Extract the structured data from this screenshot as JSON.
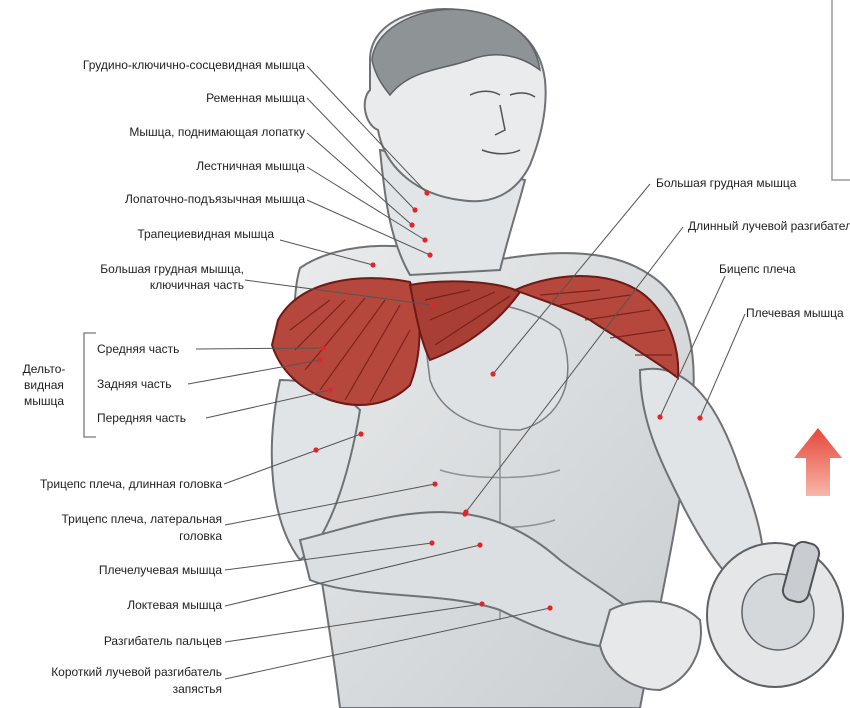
{
  "labels_left": [
    {
      "id": "scm",
      "text": "Грудино-ключично-сосцевидная мышца"
    },
    {
      "id": "splenius",
      "text": "Ременная мышца"
    },
    {
      "id": "levator",
      "text": "Мышца, поднимающая лопатку"
    },
    {
      "id": "scalene",
      "text": "Лестничная мышца"
    },
    {
      "id": "omohyoid",
      "text": "Лопаточно-подъязычная мышца"
    },
    {
      "id": "trapezius",
      "text": "Трапециевидная мышца"
    },
    {
      "id": "pec_clav_1",
      "text": "Большая грудная мышца,"
    },
    {
      "id": "pec_clav_2",
      "text": "ключичная часть"
    },
    {
      "id": "delt_mid",
      "text": "Средняя часть"
    },
    {
      "id": "delt_post",
      "text": "Задняя часть"
    },
    {
      "id": "delt_ant",
      "text": "Передняя часть"
    },
    {
      "id": "triceps_long",
      "text": "Трицепс плеча, длинная головка"
    },
    {
      "id": "triceps_lat_1",
      "text": "Трицепс плеча, латеральная"
    },
    {
      "id": "triceps_lat_2",
      "text": "головка"
    },
    {
      "id": "brachiorad",
      "text": "Плечелучевая мышца"
    },
    {
      "id": "anconeus",
      "text": "Локтевая мышца"
    },
    {
      "id": "ext_dig",
      "text": "Разгибатель пальцев"
    },
    {
      "id": "ecrb_1",
      "text": "Короткий лучевой разгибатель"
    },
    {
      "id": "ecrb_2",
      "text": "запястья"
    }
  ],
  "deltoid_group": [
    "Дельто-",
    "видная",
    "мышца"
  ],
  "labels_right": [
    {
      "id": "pec_major",
      "text": "Большая грудная мышца"
    },
    {
      "id": "ecrl",
      "text": "Длинный лучевой разгибатель"
    },
    {
      "id": "biceps",
      "text": "Бицепс плеча"
    },
    {
      "id": "brachialis",
      "text": "Плечевая мышца"
    }
  ],
  "colors": {
    "highlight_muscle": "#b5473c",
    "highlight_dark": "#7a211b",
    "body_sketch": "#d7dadc",
    "body_outline": "#6e7276",
    "leader_line": "#555555",
    "marker_dot": "#e0262a",
    "arrow_top": "#e6463a",
    "arrow_bottom": "#f7b7a9"
  },
  "icons": {
    "arrow": "up-arrow-icon",
    "marker": "dot-marker"
  }
}
